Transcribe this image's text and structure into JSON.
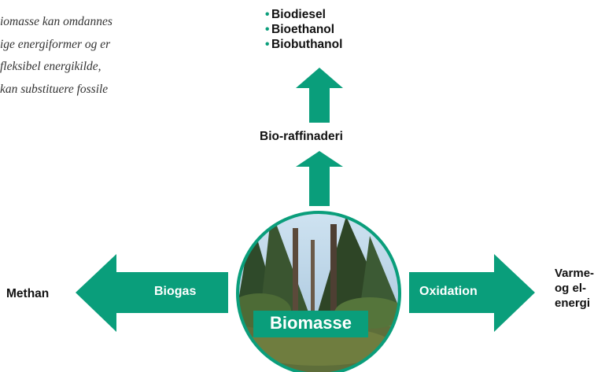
{
  "intro_text": [
    "iomasse kan omdannes",
    "ige energiformer og er",
    "fleksibel energikilde,",
    "kan substituere fossile"
  ],
  "products": [
    "Biodiesel",
    "Bioethanol",
    "Biobuthanol"
  ],
  "refinery_label": "Bio-raffinaderi",
  "center_label": "Biomasse",
  "left_arrow_label": "Biogas",
  "left_end_label": "Methan",
  "right_arrow_label": "Oxidation",
  "right_end_lines": [
    "Varme-",
    "og el-",
    "energi"
  ],
  "colors": {
    "accent": "#0a9e7b",
    "text": "#111111"
  }
}
